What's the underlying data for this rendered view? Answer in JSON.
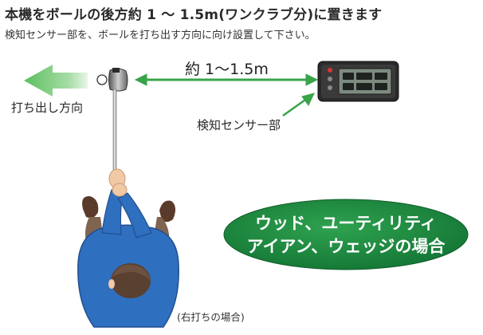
{
  "title": "本機をボールの後方約 1 ～ 1.5m(ワンクラブ分)に置きます",
  "subtitle": "検知センサー部を、ボールを打ち出す方向に向け設置して下さい。",
  "labels": {
    "shot_direction": "打ち出し方向",
    "distance": "約 1～1.5m",
    "sensor": "検知センサー部",
    "note": "(右打ちの場合)"
  },
  "badge": {
    "line1": "ウッド、ユーティリティ",
    "line2": "アイアン、ウェッジの場合"
  },
  "colors": {
    "arrow_green": "#3aa34a",
    "badge_green": "#18843a",
    "jacket_blue": "#2f6fbf",
    "skin": "#f2c9a5",
    "device_body": "#2a2a2a"
  }
}
